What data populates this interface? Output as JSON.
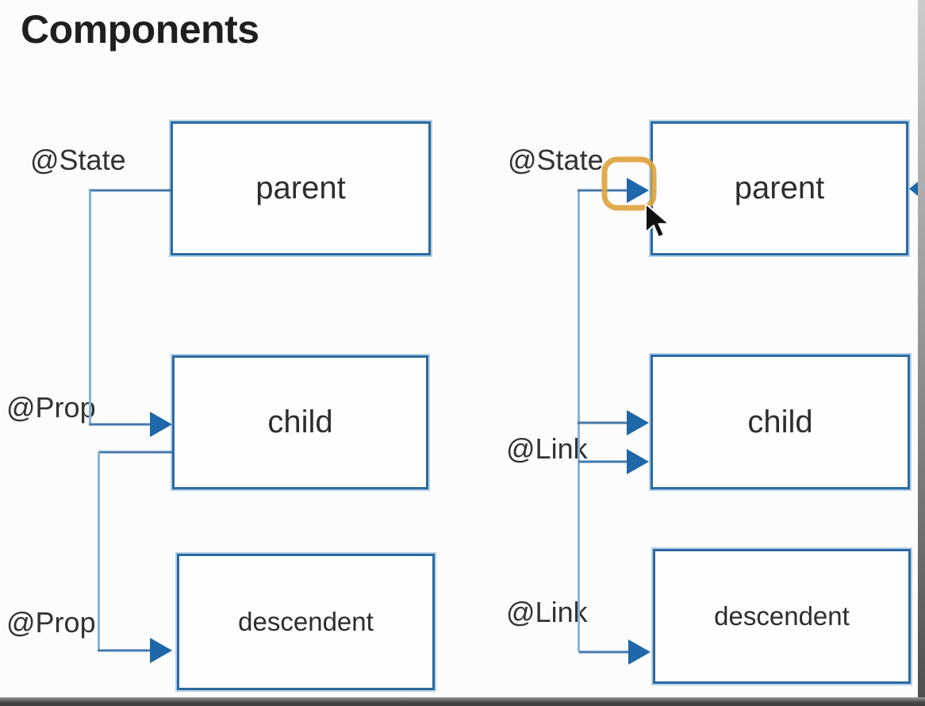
{
  "title": "Components",
  "left_diagram": {
    "state_label": "@State",
    "parent_box": "parent",
    "prop_label_1": "@Prop",
    "child_box": "child",
    "prop_label_2": "@Prop",
    "descendent_box": "descendent"
  },
  "right_diagram": {
    "state_label": "@State",
    "parent_box": "parent",
    "link_label_1": "@Link",
    "child_box": "child",
    "link_label_2": "@Link",
    "descendent_box": "descendent"
  },
  "icons": {
    "arrowhead": "solid-right-triangle",
    "highlight_ring": "orange-rounded-square-outline",
    "mouse_cursor": "black-arrow-pointer",
    "edge_arrow": "solid-left-triangle-from-screen-edge"
  },
  "colors": {
    "background": "#fcfcfc",
    "box_border": "#2b6aa1",
    "box_halo": "#b5d0e8",
    "connector_vertical": "#8ab4d8",
    "connector_horizontal": "#4579ab",
    "arrowhead": "#1e67a8",
    "highlight_ring": "#dda43f",
    "title_text": "#1f1f1f",
    "label_text": "#323232",
    "box_text": "#2d2d2d",
    "frame_edge_dark": "#454545"
  }
}
